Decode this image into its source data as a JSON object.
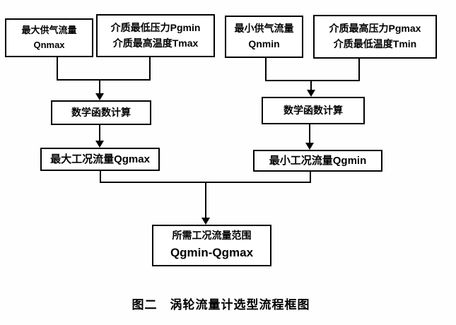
{
  "diagram": {
    "caption": "图二　涡轮流量计选型流程框图",
    "nodes": {
      "qnmax": {
        "line1": "最大供气流量",
        "line2": "Qnmax"
      },
      "pgmin_tmax": {
        "line1": "介质最低压力Pgmin",
        "line2": "介质最高温度Tmax"
      },
      "qnmin": {
        "line1": "最小供气流量",
        "line2": "Qnmin"
      },
      "pgmax_tmin": {
        "line1": "介质最高压力Pgmax",
        "line2": "介质最低温度Tmin"
      },
      "math_left": {
        "label": "数学函数计算"
      },
      "math_right": {
        "label": "数学函数计算"
      },
      "qgmax": {
        "label": "最大工况流量Qgmax"
      },
      "qgmin": {
        "label": "最小工况流量Qgmin"
      },
      "result": {
        "line1": "所需工况流量范围",
        "line2": "Qgmin-Qgmax"
      }
    },
    "edges": [
      {
        "from": [
          "qnmax",
          "pgmin_tmax"
        ],
        "to": "math_left"
      },
      {
        "from": [
          "qnmin",
          "pgmax_tmin"
        ],
        "to": "math_right"
      },
      {
        "from": [
          "math_left"
        ],
        "to": "qgmax"
      },
      {
        "from": [
          "math_right"
        ],
        "to": "qgmin"
      },
      {
        "from": [
          "qgmax",
          "qgmin"
        ],
        "to": "result"
      }
    ],
    "colors": {
      "border": "#000000",
      "background": "#ffffff",
      "text": "#000000"
    }
  }
}
